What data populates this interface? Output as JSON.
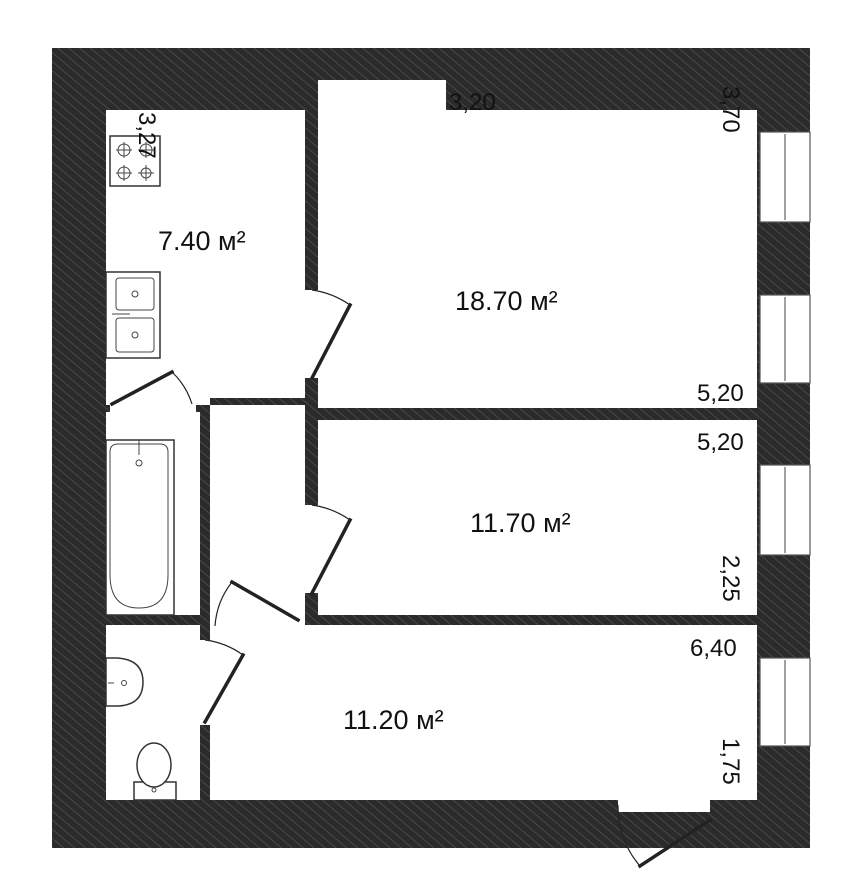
{
  "rooms": [
    {
      "area": "7.40 м²"
    },
    {
      "area": "18.70 м²"
    },
    {
      "area": "11.70 м²"
    },
    {
      "area": "11.20 м²"
    }
  ],
  "dimensions": {
    "kitchen_width": "3,27",
    "room1_top": "3,20",
    "room1_side": "3,70",
    "room1_bottom": "5,20",
    "room2_top": "5,20",
    "room2_side": "2,25",
    "room3_top": "6,40",
    "room3_side": "1,75"
  },
  "colors": {
    "wall": "#2b2b2b",
    "hatch": "#5a5a5a",
    "floor": "#ffffff"
  }
}
